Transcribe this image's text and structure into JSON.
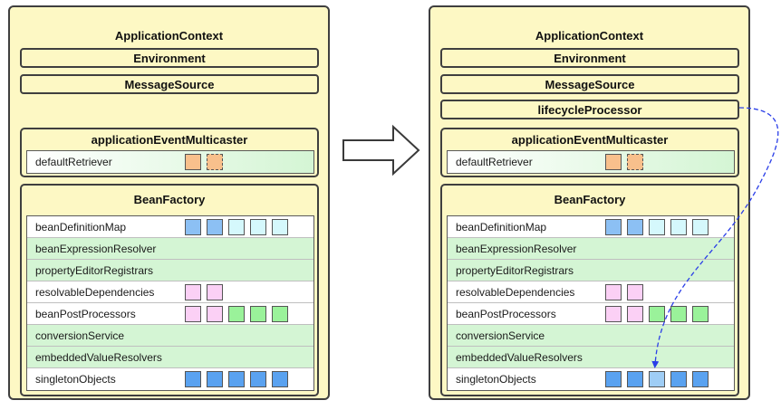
{
  "left": {
    "title": "ApplicationContext",
    "environment": "Environment",
    "message_source": "MessageSource",
    "multicaster": {
      "title": "applicationEventMulticaster",
      "row": {
        "label": "defaultRetriever",
        "squares": [
          "orange",
          "orange-dashed"
        ]
      }
    },
    "bean_factory": {
      "title": "BeanFactory",
      "rows": [
        {
          "label": "beanDefinitionMap",
          "fill": "white",
          "squares": [
            "blue-mid",
            "blue-mid",
            "cyan",
            "cyan",
            "cyan"
          ]
        },
        {
          "label": "beanExpressionResolver",
          "fill": "green",
          "squares": []
        },
        {
          "label": "propertyEditorRegistrars",
          "fill": "green",
          "squares": []
        },
        {
          "label": "resolvableDependencies",
          "fill": "white",
          "squares": [
            "pink",
            "pink"
          ]
        },
        {
          "label": "beanPostProcessors",
          "fill": "white",
          "squares": [
            "pink",
            "pink",
            "green",
            "green",
            "green"
          ]
        },
        {
          "label": "conversionService",
          "fill": "green",
          "squares": []
        },
        {
          "label": "embeddedValueResolvers",
          "fill": "green",
          "squares": []
        },
        {
          "label": "singletonObjects",
          "fill": "white",
          "squares": [
            "blue",
            "blue",
            "blue",
            "blue",
            "blue"
          ]
        }
      ]
    }
  },
  "right": {
    "title": "ApplicationContext",
    "environment": "Environment",
    "message_source": "MessageSource",
    "lifecycle_processor": "lifecycleProcessor",
    "multicaster": {
      "title": "applicationEventMulticaster",
      "row": {
        "label": "defaultRetriever",
        "squares": [
          "orange",
          "orange-dashed"
        ]
      }
    },
    "bean_factory": {
      "title": "BeanFactory",
      "rows": [
        {
          "label": "beanDefinitionMap",
          "fill": "white",
          "squares": [
            "blue-mid",
            "blue-mid",
            "cyan",
            "cyan",
            "cyan"
          ]
        },
        {
          "label": "beanExpressionResolver",
          "fill": "green",
          "squares": []
        },
        {
          "label": "propertyEditorRegistrars",
          "fill": "green",
          "squares": []
        },
        {
          "label": "resolvableDependencies",
          "fill": "white",
          "squares": [
            "pink",
            "pink"
          ]
        },
        {
          "label": "beanPostProcessors",
          "fill": "white",
          "squares": [
            "pink",
            "pink",
            "green",
            "green",
            "green"
          ]
        },
        {
          "label": "conversionService",
          "fill": "green",
          "squares": []
        },
        {
          "label": "embeddedValueResolvers",
          "fill": "green",
          "squares": []
        },
        {
          "label": "singletonObjects",
          "fill": "white",
          "squares": [
            "blue",
            "blue",
            "blue-light",
            "blue",
            "blue"
          ]
        }
      ]
    }
  },
  "colors": {
    "container_fill": "#fdf8c4",
    "row_green": "#d4f5d4",
    "row_white": "#ffffff",
    "orange": "#f8c08c",
    "blue": "#5aa2f0",
    "blue-mid": "#8cc0f4",
    "blue-light": "#9fcdf5",
    "cyan": "#d5f8fc",
    "pink": "#fbd0f5",
    "green": "#9af29a",
    "link": "#2a3ee8"
  },
  "transition_arrow": "right-arrow",
  "link_style": "dashed"
}
